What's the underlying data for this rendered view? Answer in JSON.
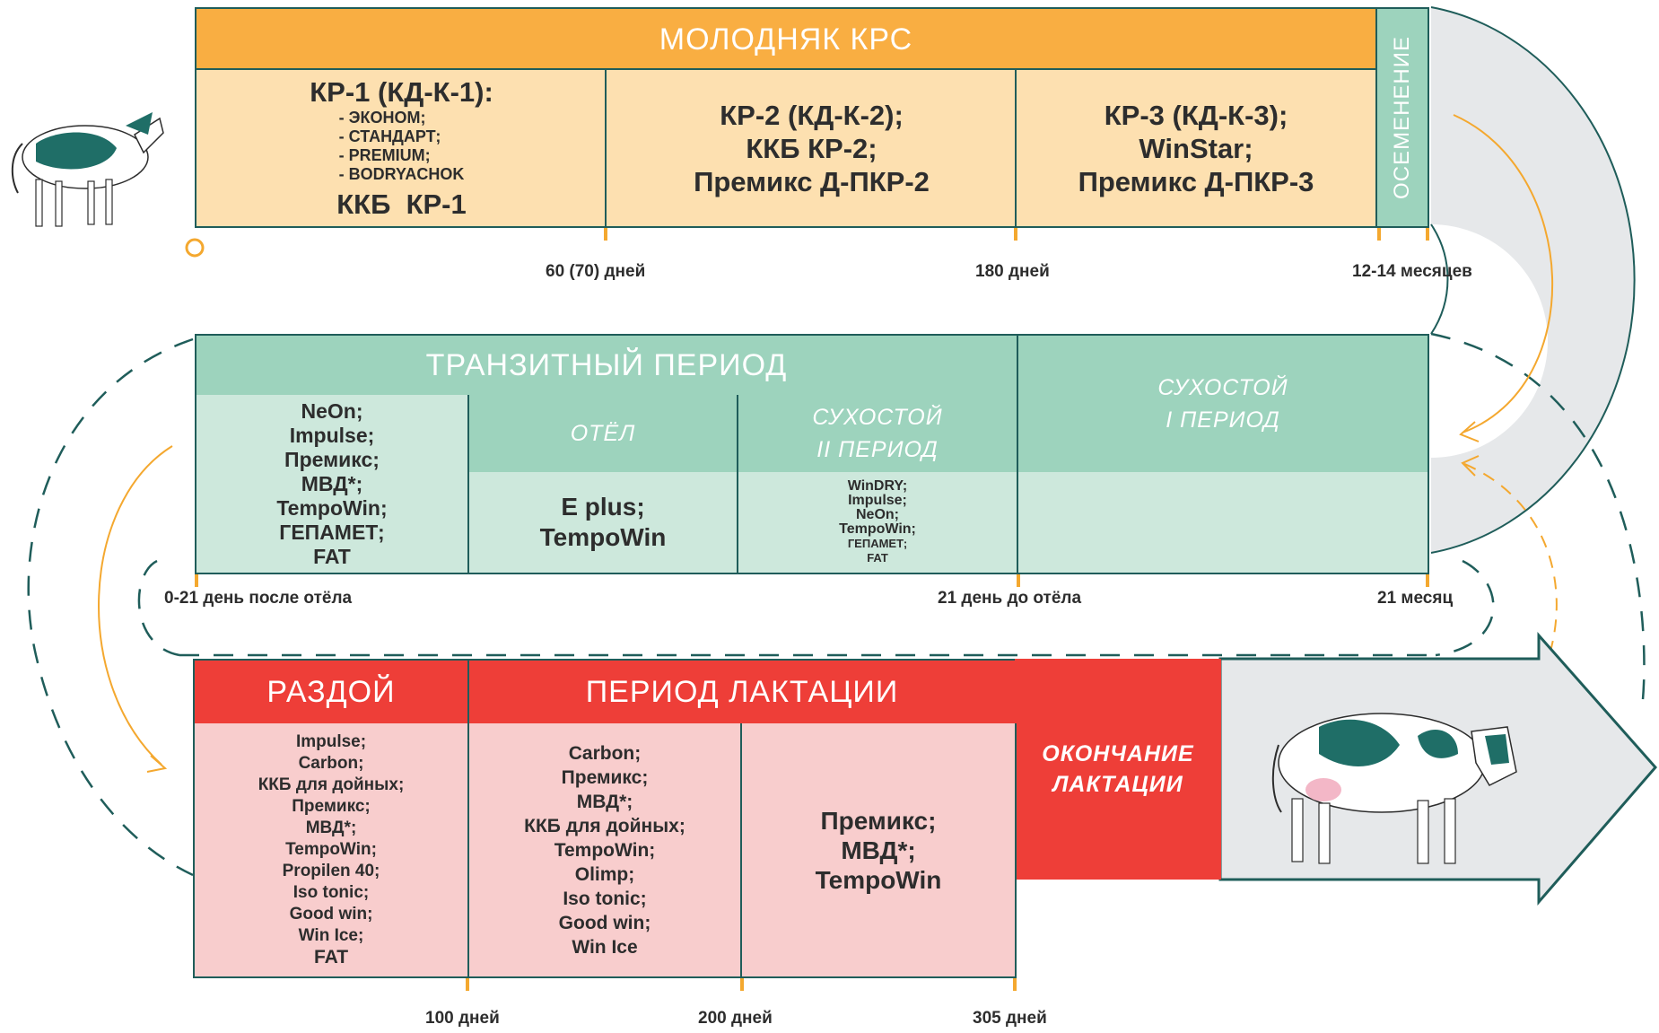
{
  "young": {
    "header": "МОЛОДНЯК КРС",
    "insemination": "ОСЕМЕНЕНИЕ",
    "cell1": {
      "title": "КР-1 (КД-К-1):",
      "items": [
        "- ЭКОНОМ;",
        "- СТАНДАРТ;",
        "- PREMIUM;",
        "- BODRYACHOK"
      ],
      "footer": "ККБ  КР-1"
    },
    "cell2": [
      "КР-2 (КД-К-2);",
      "ККБ КР-2;",
      "Премикс Д-ПКР-2"
    ],
    "cell3": [
      "КР-3 (КД-К-3);",
      "WinStar;",
      "Премикс Д-ПКР-3"
    ],
    "ticks": [
      "60 (70) дней",
      "180 дней",
      "12-14 месяцев"
    ]
  },
  "transit": {
    "header": "ТРАНЗИТНЫЙ ПЕРИОД",
    "dry1": "СУХОСТОЙ\nI ПЕРИОД",
    "calving": "ОТЁЛ",
    "dry2": "СУХОСТОЙ\nII ПЕРИОД",
    "col1": [
      "NeOn;",
      "Impulse;",
      "Премикс;",
      "МВД*;",
      "TempoWin;",
      "ГЕПАМЕТ;",
      "FAT"
    ],
    "col2": [
      "E plus;",
      "TempoWin"
    ],
    "col3": [
      "WinDRY;",
      "Impulse;",
      "NeOn;",
      "TempoWin;",
      "ГЕПАМЕТ;",
      "FAT"
    ],
    "ticks": [
      "0-21 день после отёла",
      "21 день до отёла",
      "21 месяц"
    ]
  },
  "lactation": {
    "razdoy": "РАЗДОЙ",
    "header": "ПЕРИОД ЛАКТАЦИИ",
    "end": "ОКОНЧАНИЕ\nЛАКТАЦИИ",
    "col1": [
      "Impulse;",
      "Carbon;",
      "ККБ для дойных;",
      "Премикс;",
      "МВД*;",
      "TempoWin;",
      "Propilen 40;",
      "Iso tonic;",
      "Good win;",
      "Win Ice;",
      "FAT"
    ],
    "col2": [
      "Carbon;",
      "Премикс;",
      "МВД*;",
      "ККБ для дойных;",
      "TempoWin;",
      "Olimp;",
      "Iso tonic;",
      "Good win;",
      "Win Ice"
    ],
    "col3": [
      "Премикс;",
      "МВД*;",
      "TempoWin"
    ],
    "ticks": [
      "100 дней",
      "200 дней",
      "305 дней"
    ]
  },
  "colors": {
    "orange": "#f9ae42",
    "orange_light": "#fde0b0",
    "green": "#9dd3bd",
    "green_light": "#cde8dc",
    "red": "#ee3e38",
    "red_light": "#f8cdcd",
    "teal_dark": "#1f5d5a",
    "grey": "#e6e8ea"
  },
  "icons": [
    "calf-icon",
    "cow-icon"
  ]
}
